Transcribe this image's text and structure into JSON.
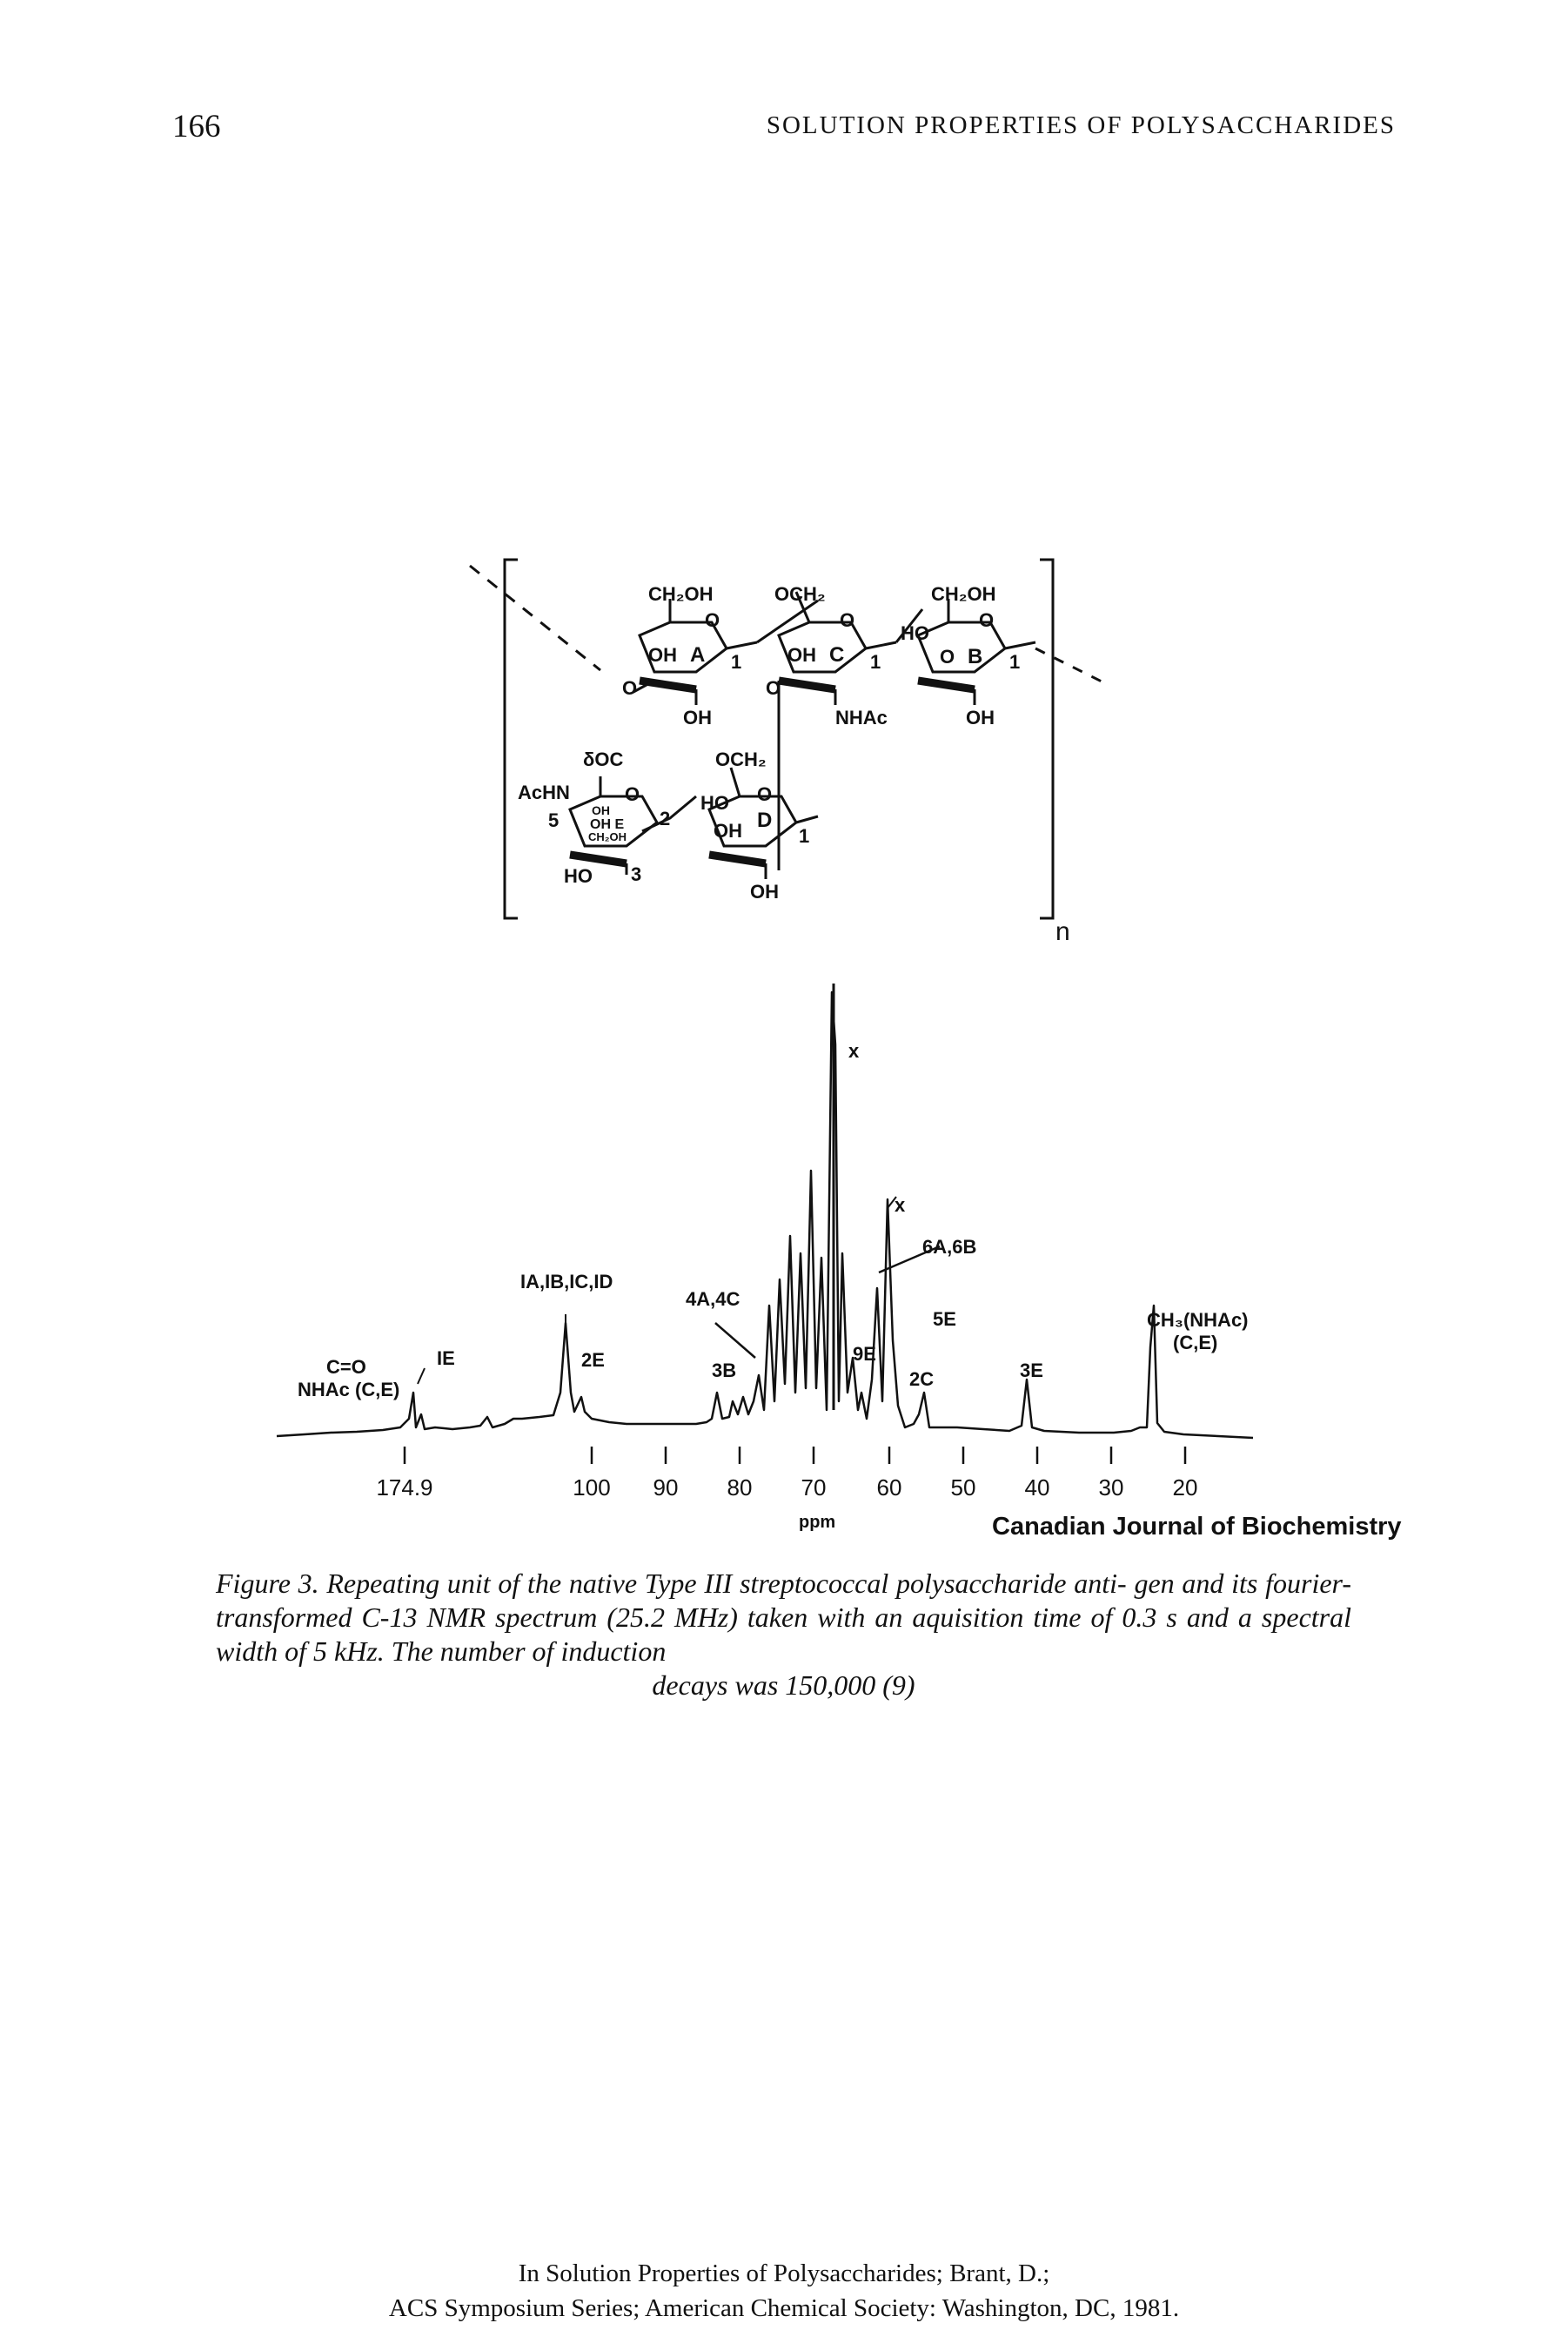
{
  "header": {
    "page_number": "166",
    "running_title": "SOLUTION PROPERTIES OF POLYSACCHARIDES"
  },
  "structure": {
    "ring_a": {
      "substituent_top": "CH₂OH",
      "ring_label": "A",
      "ring_oh": "OH",
      "linkage": "1",
      "bottom_oh": "OH",
      "ring_o": "O",
      "left_o": "O"
    },
    "ring_c": {
      "substituent_top": "OCH₂",
      "ring_label": "C",
      "ring_oh": "OH",
      "linkage": "1",
      "bottom": "NHAc",
      "ring_o": "O",
      "left_o": "O"
    },
    "ring_b": {
      "substituent_top": "CH₂OH",
      "ring_label": "B",
      "ring_o_label": "O",
      "ring_o": "O",
      "linkage": "1",
      "bottom_oh": "OH",
      "left_ho": "HO"
    },
    "ring_e": {
      "substituent_top": "δOC",
      "left": "AcHN",
      "pos5": "5",
      "row1": "OH",
      "row2": "OH E",
      "row3": "CH₂OH",
      "bottom_ho": "HO",
      "pos3": "3",
      "pos2": "2",
      "ring_o": "O"
    },
    "ring_d": {
      "substituent_top": "OCH₂",
      "left_ho": "HO",
      "ring_label": "D",
      "ring_oh": "OH",
      "linkage": "1",
      "bottom_oh": "OH",
      "ring_o": "O"
    },
    "repeat_subscript": "n"
  },
  "spectrum": {
    "peak_labels": {
      "x_top": "x",
      "x_second": "x",
      "p_6a6b": "6A,6B",
      "p_1abcd": "IA,IB,IC,ID",
      "p_4a4c": "4A,4C",
      "p_5e": "5E",
      "p_ch3": "CH₃(NHAc)",
      "p_ch3_ce": "(C,E)",
      "p_co": "C=O",
      "p_nhac": "NHAc (C,E)",
      "p_1e": "IE",
      "p_2e": "2E",
      "p_3b": "3B",
      "p_9e": "9E",
      "p_2c": "2C",
      "p_3e": "3E"
    },
    "axis": {
      "ticks": [
        {
          "label": "174.9"
        },
        {
          "label": "100"
        },
        {
          "label": "90"
        },
        {
          "label": "80"
        },
        {
          "label": "70"
        },
        {
          "label": "60"
        },
        {
          "label": "50"
        },
        {
          "label": "40"
        },
        {
          "label": "30"
        },
        {
          "label": "20"
        }
      ],
      "unit": "ppm"
    },
    "credit": "Canadian Journal of Biochemistry"
  },
  "caption": {
    "lines": [
      "Figure 3.  Repeating unit of the native Type III streptococcal polysaccharide anti-",
      "gen and its fourier-transformed C-13 NMR spectrum (25.2 MHz) taken with an",
      "aquisition time of 0.3 s and a spectral width of 5 kHz.  The number of induction"
    ],
    "last_line": "decays was 150,000 (9)"
  },
  "footer": {
    "line1": "In Solution Properties of Polysaccharides; Brant, D.;",
    "line2": "ACS Symposium Series; American Chemical Society: Washington, DC, 1981."
  }
}
